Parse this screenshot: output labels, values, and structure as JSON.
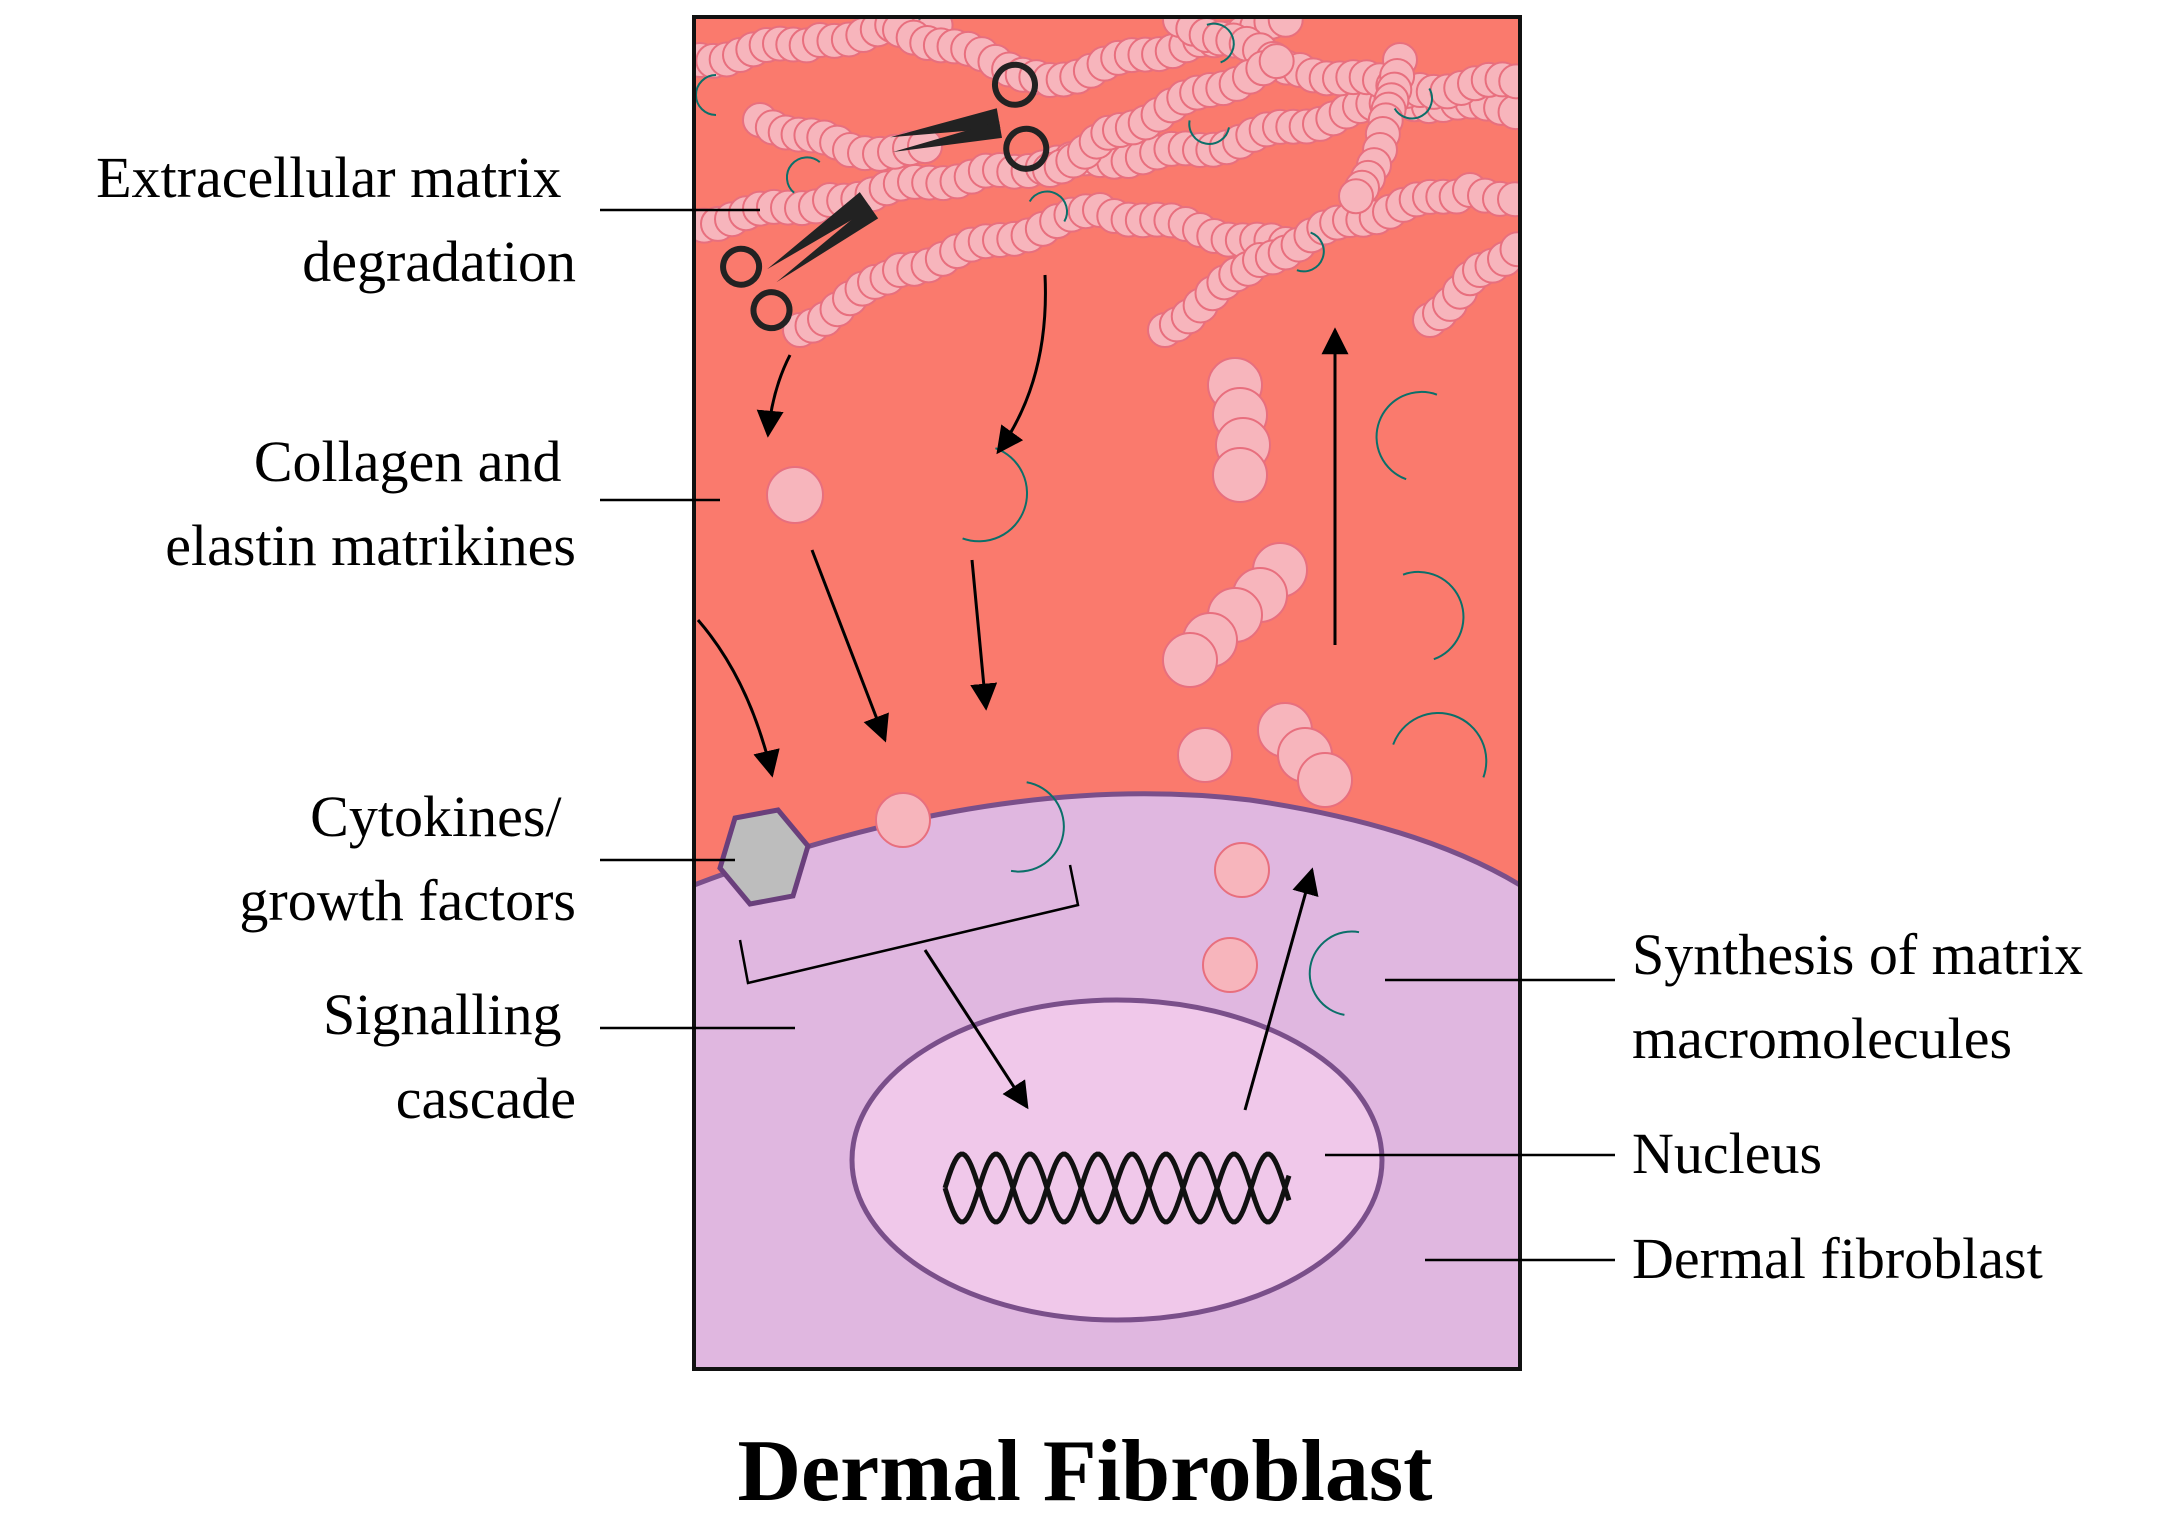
{
  "title": "Dermal Fibroblast",
  "labels": {
    "ecm_degradation": [
      "Extracellular matrix",
      "degradation"
    ],
    "matrikines": [
      "Collagen and",
      "elastin matrikines"
    ],
    "cytokines": [
      "Cytokines/",
      "growth factors"
    ],
    "signalling": [
      "Signalling",
      "cascade"
    ],
    "synthesis": [
      "Synthesis of matrix",
      "macromolecules"
    ],
    "nucleus": "Nucleus",
    "fibroblast": "Dermal fibroblast"
  },
  "colors": {
    "ecm": "#FA7A6D",
    "cell": "#E0B7E0",
    "nucleus": "#F0C8EA",
    "nucleus_border": "#7A4F8A",
    "collagen": "#F7B5BC",
    "collagen_edge": "#E86F7E",
    "elastin": "#1E9E96",
    "cytokine": "#BDBDBD",
    "cytokine_border": "#6A3F7C",
    "frame": "#111111"
  },
  "icons": [
    "scissors-icon",
    "dna-helix-icon",
    "hexagon-cytokine-icon",
    "crescent-elastin-icon",
    "bead-collagen-icon"
  ]
}
